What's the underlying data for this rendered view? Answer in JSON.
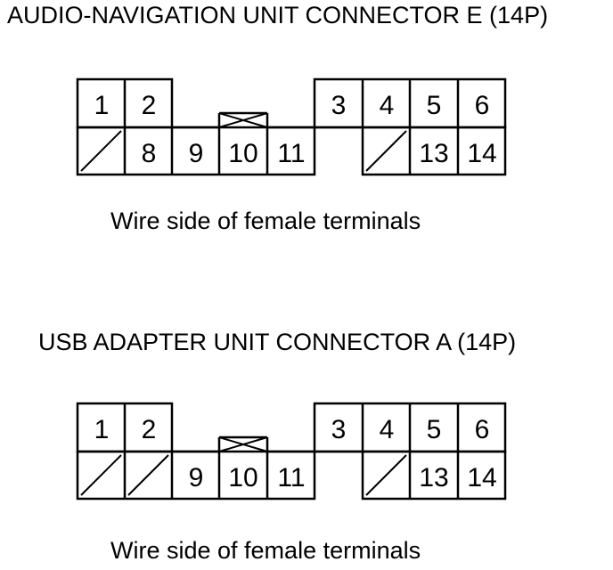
{
  "diagrams": [
    {
      "title": "AUDIO-NAVIGATION UNIT CONNECTOR E (14P)",
      "caption": "Wire side of female terminals",
      "top_row": [
        {
          "label": "1"
        },
        {
          "label": "2"
        },
        {
          "label": "3"
        },
        {
          "label": "4"
        },
        {
          "label": "5"
        },
        {
          "label": "6"
        }
      ],
      "bottom_row": [
        {
          "label": "",
          "blank": true
        },
        {
          "label": "8"
        },
        {
          "label": "9"
        },
        {
          "label": "10"
        },
        {
          "label": "11"
        },
        {
          "label": "",
          "blank": true
        },
        {
          "label": "13"
        },
        {
          "label": "14"
        }
      ]
    },
    {
      "title": "USB ADAPTER UNIT CONNECTOR A (14P)",
      "caption": "Wire side of female terminals",
      "top_row": [
        {
          "label": "1"
        },
        {
          "label": "2"
        },
        {
          "label": "3"
        },
        {
          "label": "4"
        },
        {
          "label": "5"
        },
        {
          "label": "6"
        }
      ],
      "bottom_row": [
        {
          "label": "",
          "blank": true
        },
        {
          "label": "",
          "blank": true
        },
        {
          "label": "9"
        },
        {
          "label": "10"
        },
        {
          "label": "11"
        },
        {
          "label": "",
          "blank": true
        },
        {
          "label": "13"
        },
        {
          "label": "14"
        }
      ]
    }
  ]
}
